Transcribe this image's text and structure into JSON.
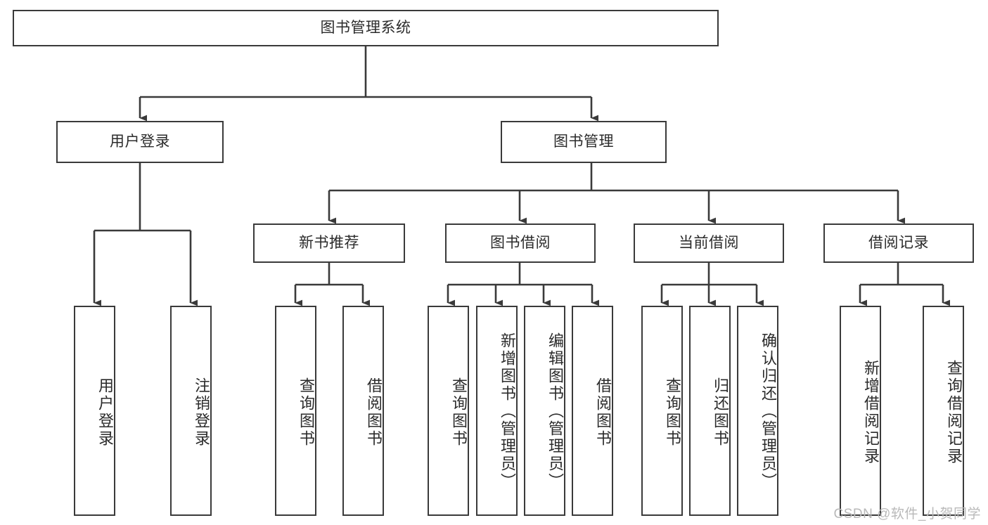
{
  "diagram": {
    "type": "tree-hierarchy-diagram",
    "title": "图书管理系统",
    "watermark": "CSDN @软件_小贺同学",
    "colors": {
      "box_border": "#3a3a3a",
      "box_fill": "#ffffff",
      "edge": "#3a3a3a",
      "text": "#2b2b2b",
      "watermark": "#b9b9b9",
      "background": "#ffffff"
    },
    "levels": {
      "level1": [
        {
          "id": "root",
          "label": "图书管理系统",
          "orientation": "horizontal"
        }
      ],
      "level2": [
        {
          "id": "user-login",
          "label": "用户登录",
          "orientation": "horizontal"
        },
        {
          "id": "book-management",
          "label": "图书管理",
          "orientation": "horizontal"
        }
      ],
      "level3": [
        {
          "id": "new-book-recommend",
          "label": "新书推荐",
          "orientation": "horizontal"
        },
        {
          "id": "book-borrow",
          "label": "图书借阅",
          "orientation": "horizontal"
        },
        {
          "id": "current-borrow",
          "label": "当前借阅",
          "orientation": "horizontal"
        },
        {
          "id": "borrow-record",
          "label": "借阅记录",
          "orientation": "horizontal"
        }
      ],
      "level4": [
        {
          "id": "leaf-user-login",
          "label": "用户登录",
          "orientation": "vertical",
          "parent": "user-login"
        },
        {
          "id": "leaf-logout",
          "label": "注销登录",
          "orientation": "vertical",
          "parent": "user-login"
        },
        {
          "id": "leaf-query-book-1",
          "label": "查询图书",
          "orientation": "vertical",
          "parent": "new-book-recommend"
        },
        {
          "id": "leaf-borrow-book-1",
          "label": "借阅图书",
          "orientation": "vertical",
          "parent": "new-book-recommend"
        },
        {
          "id": "leaf-query-book-2",
          "label": "查询图书",
          "orientation": "vertical",
          "parent": "book-borrow"
        },
        {
          "id": "leaf-add-book",
          "label": "新增图书（管理员）",
          "orientation": "vertical",
          "parent": "book-borrow"
        },
        {
          "id": "leaf-edit-book",
          "label": "编辑图书（管理员）",
          "orientation": "vertical",
          "parent": "book-borrow"
        },
        {
          "id": "leaf-borrow-book-2",
          "label": "借阅图书",
          "orientation": "vertical",
          "parent": "book-borrow"
        },
        {
          "id": "leaf-query-book-3",
          "label": "查询图书",
          "orientation": "vertical",
          "parent": "current-borrow"
        },
        {
          "id": "leaf-return-book",
          "label": "归还图书",
          "orientation": "vertical",
          "parent": "current-borrow"
        },
        {
          "id": "leaf-confirm-return",
          "label": "确认归还（管理员）",
          "orientation": "vertical",
          "parent": "current-borrow"
        },
        {
          "id": "leaf-add-record",
          "label": "新增借阅记录",
          "orientation": "vertical",
          "parent": "borrow-record"
        },
        {
          "id": "leaf-query-record",
          "label": "查询借阅记录",
          "orientation": "vertical",
          "parent": "borrow-record"
        }
      ]
    }
  }
}
